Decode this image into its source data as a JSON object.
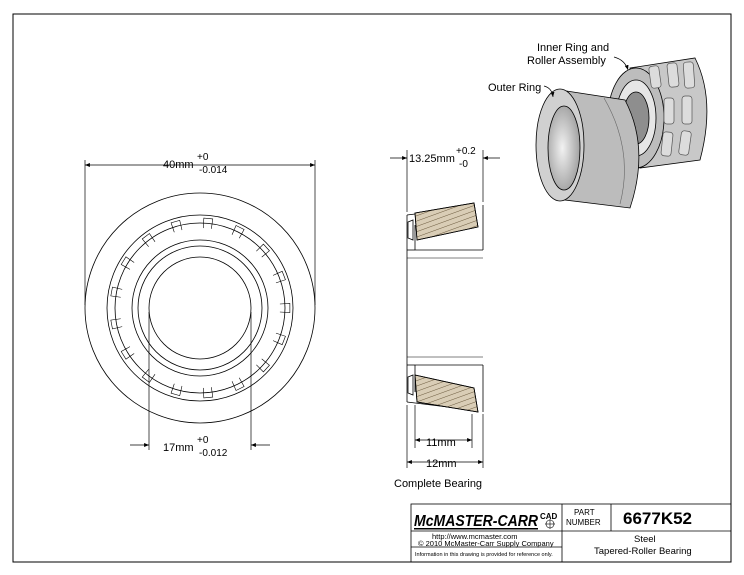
{
  "dimensions": {
    "outer_diameter": {
      "value": "40mm",
      "tol_plus": "+0",
      "tol_minus": "-0.014"
    },
    "bore_diameter": {
      "value": "17mm",
      "tol_plus": "+0",
      "tol_minus": "-0.012"
    },
    "overall_width": {
      "value": "13.25mm",
      "tol_plus": "+0.2",
      "tol_minus": "-0"
    },
    "cup_width": {
      "value": "11mm"
    },
    "cone_width": {
      "value": "12mm"
    }
  },
  "callouts": {
    "inner_ring_line1": "Inner Ring and",
    "inner_ring_line2": "Roller Assembly",
    "outer_ring": "Outer Ring"
  },
  "view_caption": "Complete Bearing",
  "title_block": {
    "logo": "McMASTER-CARR",
    "cad": "CAD",
    "url": "http://www.mcmaster.com",
    "copyright": "© 2010 McMaster-Carr Supply Company",
    "notice": "Information in this drawing is provided for reference only.",
    "part_label_1": "PART",
    "part_label_2": "NUMBER",
    "part_number": "6677K52",
    "material": "Steel",
    "description": "Tapered-Roller Bearing"
  },
  "colors": {
    "line": "#000000",
    "roller_fill": "#d9cdb6",
    "ring_fill": "#c8c8c8",
    "ring_dark": "#9a9a9a",
    "ring_light": "#e6e6e6"
  }
}
